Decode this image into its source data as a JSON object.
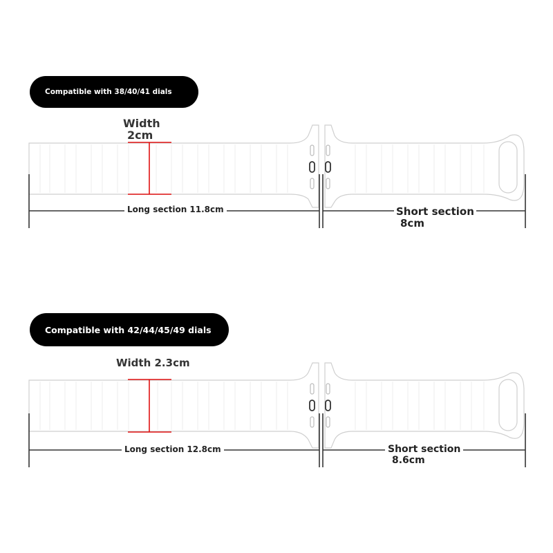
{
  "sections": [
    {
      "badge": "Compatible with 38/40/41 dials",
      "width_label_line1": "Width",
      "width_label_line2": "2cm",
      "long_label": "Long section 11.8cm",
      "short_label_line1": "Short section",
      "short_label_line2": "8cm"
    },
    {
      "badge": "Compatible with 42/44/45/49 dials",
      "width_label": "Width 2.3cm",
      "long_label": "Long section 12.8cm",
      "short_label_line1": "Short section",
      "short_label_line2": "8.6cm"
    }
  ],
  "colors": {
    "badge_bg": "#000000",
    "band_outline": "#cfcfcf",
    "width_marker": "#e01010",
    "dimension_line": "#333333"
  }
}
